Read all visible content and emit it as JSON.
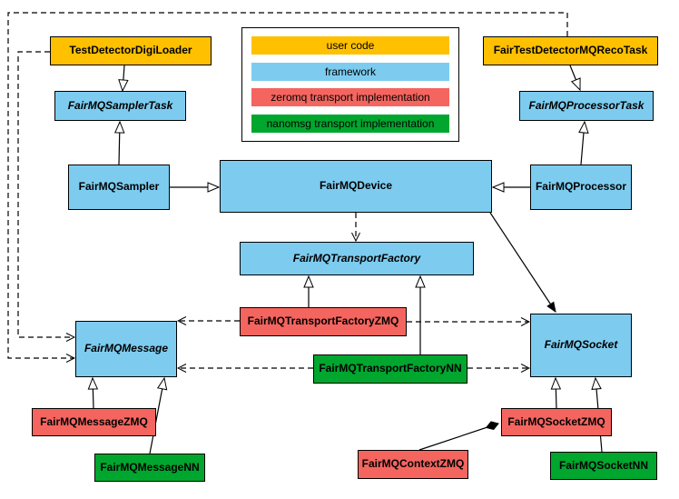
{
  "colors": {
    "usercode": "#FFC000",
    "framework": "#7DCCF0",
    "zeromq": "#F4655F",
    "nanomsg": "#00A62E"
  },
  "legend": {
    "items": [
      {
        "label": "user code"
      },
      {
        "label": "framework"
      },
      {
        "label": "zeromq transport implementation"
      },
      {
        "label": "nanomsg transport implementation"
      }
    ]
  },
  "nodes": {
    "digiLoader": {
      "label": "TestDetectorDigiLoader"
    },
    "recoTask": {
      "label": "FairTestDetectorMQRecoTask"
    },
    "samplerTask": {
      "label": "FairMQSamplerTask"
    },
    "processorTask": {
      "label": "FairMQProcessorTask"
    },
    "sampler": {
      "label": "FairMQSampler"
    },
    "device": {
      "label": "FairMQDevice"
    },
    "processor": {
      "label": "FairMQProcessor"
    },
    "transportFactory": {
      "label": "FairMQTransportFactory"
    },
    "tfZMQ": {
      "label": "FairMQTransportFactoryZMQ"
    },
    "tfNN": {
      "label": "FairMQTransportFactoryNN"
    },
    "message": {
      "label": "FairMQMessage"
    },
    "socket": {
      "label": "FairMQSocket"
    },
    "messageZMQ": {
      "label": "FairMQMessageZMQ"
    },
    "messageNN": {
      "label": "FairMQMessageNN"
    },
    "contextZMQ": {
      "label": "FairMQContextZMQ"
    },
    "socketZMQ": {
      "label": "FairMQSocketZMQ"
    },
    "socketNN": {
      "label": "FairMQSocketNN"
    }
  },
  "edges": [
    {
      "from": "TestDetectorDigiLoader",
      "to": "FairMQSamplerTask",
      "type": "inheritance",
      "style": "solid"
    },
    {
      "from": "FairMQSampler",
      "to": "FairMQSamplerTask",
      "type": "inheritance",
      "style": "solid"
    },
    {
      "from": "FairMQSampler",
      "to": "FairMQDevice",
      "type": "inheritance",
      "style": "solid"
    },
    {
      "from": "FairMQProcessor",
      "to": "FairMQDevice",
      "type": "inheritance",
      "style": "solid"
    },
    {
      "from": "FairMQProcessor",
      "to": "FairMQProcessorTask",
      "type": "inheritance",
      "style": "solid"
    },
    {
      "from": "FairTestDetectorMQRecoTask",
      "to": "FairMQProcessorTask",
      "type": "inheritance",
      "style": "solid"
    },
    {
      "from": "FairMQDevice",
      "to": "FairMQTransportFactory",
      "type": "dependency",
      "style": "dashed"
    },
    {
      "from": "FairMQDevice",
      "to": "FairMQSocket",
      "type": "association",
      "style": "solid"
    },
    {
      "from": "FairMQTransportFactoryZMQ",
      "to": "FairMQTransportFactory",
      "type": "inheritance",
      "style": "solid"
    },
    {
      "from": "FairMQTransportFactoryNN",
      "to": "FairMQTransportFactory",
      "type": "inheritance",
      "style": "solid"
    },
    {
      "from": "FairMQTransportFactoryZMQ",
      "to": "FairMQMessage",
      "type": "dependency",
      "style": "dashed"
    },
    {
      "from": "FairMQTransportFactoryZMQ",
      "to": "FairMQSocket",
      "type": "dependency",
      "style": "dashed"
    },
    {
      "from": "FairMQTransportFactoryNN",
      "to": "FairMQMessage",
      "type": "dependency",
      "style": "dashed"
    },
    {
      "from": "FairMQTransportFactoryNN",
      "to": "FairMQSocket",
      "type": "dependency",
      "style": "dashed"
    },
    {
      "from": "TestDetectorDigiLoader",
      "to": "FairMQMessage",
      "type": "dependency",
      "style": "dashed"
    },
    {
      "from": "FairTestDetectorMQRecoTask",
      "to": "FairMQMessage",
      "type": "dependency",
      "style": "dashed"
    },
    {
      "from": "FairMQMessageZMQ",
      "to": "FairMQMessage",
      "type": "inheritance",
      "style": "solid"
    },
    {
      "from": "FairMQMessageNN",
      "to": "FairMQMessage",
      "type": "inheritance",
      "style": "solid"
    },
    {
      "from": "FairMQSocketZMQ",
      "to": "FairMQSocket",
      "type": "inheritance",
      "style": "solid"
    },
    {
      "from": "FairMQSocketNN",
      "to": "FairMQSocket",
      "type": "inheritance",
      "style": "solid"
    },
    {
      "from": "FairMQContextZMQ",
      "to": "FairMQSocketZMQ",
      "type": "composition",
      "style": "solid"
    }
  ]
}
